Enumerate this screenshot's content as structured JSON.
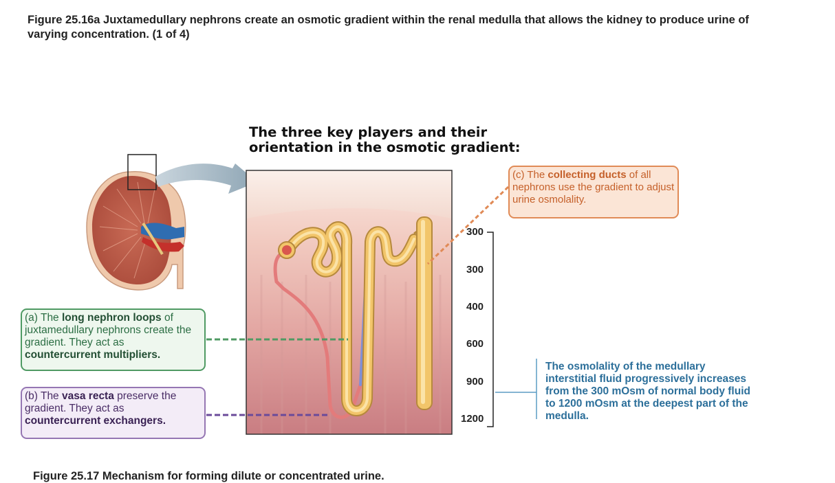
{
  "figure_caption": "Figure 25.16a  Juxtamedullary nephrons create an osmotic gradient within the renal medulla that allows the kidney to produce urine of varying concentration. (1 of 4)",
  "footer_caption": "Figure 25.17  Mechanism for forming dilute or concentrated urine.",
  "diagram_title": {
    "line1": "The three key players and their",
    "line2": "orientation in the osmotic gradient:"
  },
  "callout_a": {
    "lead": "(a) The ",
    "bold1": "long nephron loops",
    "mid": " of juxtamedullary nephrons create the gradient. They act as ",
    "bold2": "countercurrent multipliers."
  },
  "callout_b": {
    "lead": "(b) The ",
    "bold1": "vasa recta",
    "mid": " preserve the gradient. They act as ",
    "bold2": "countercurrent exchangers."
  },
  "callout_c": {
    "lead": "(c) The ",
    "bold1": "collecting ducts",
    "mid": " of all nephrons use the gradient to adjust urine osmolality."
  },
  "osmolality_scale": [
    "300",
    "300",
    "400",
    "600",
    "900",
    "1200"
  ],
  "gradient_note": "The osmolality of the medullary interstitial fluid progressively increases from the 300 mOsm of normal body fluid to 1200 mOsm at the deepest part of the medulla.",
  "colors": {
    "loop_tubule": "#f2c56a",
    "vasa_recta_arterial": "#e37b7b",
    "vasa_recta_venous": "#7f8fd6",
    "callout_a_border": "#4f9a63",
    "callout_b_border": "#9576b3",
    "callout_c_border": "#e08a56",
    "gradient_note": "#2c6f9a"
  }
}
